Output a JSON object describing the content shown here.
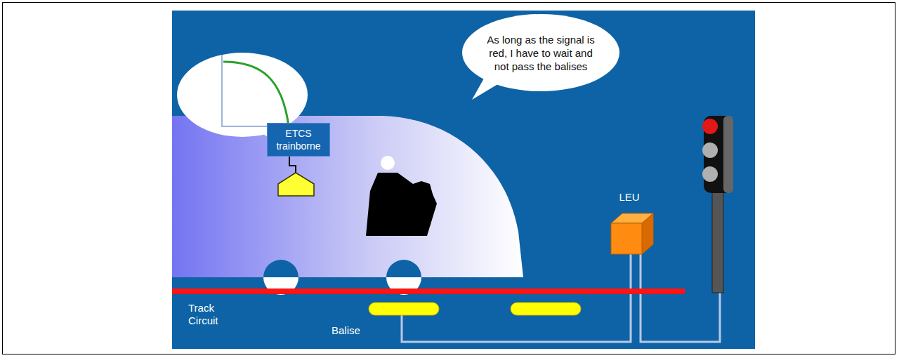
{
  "diagram": {
    "nodes": [
      {
        "text": [
          "As long as the signal is red, I have to wait and not pass the balises"
        ]
      },
      {
        "text": [
          "ETCS trainborne"
        ]
      },
      {
        "text": [
          "LEU"
        ]
      }
    ],
    "labels": [
      "Track Circuit",
      "Balise"
    ]
  }
}
